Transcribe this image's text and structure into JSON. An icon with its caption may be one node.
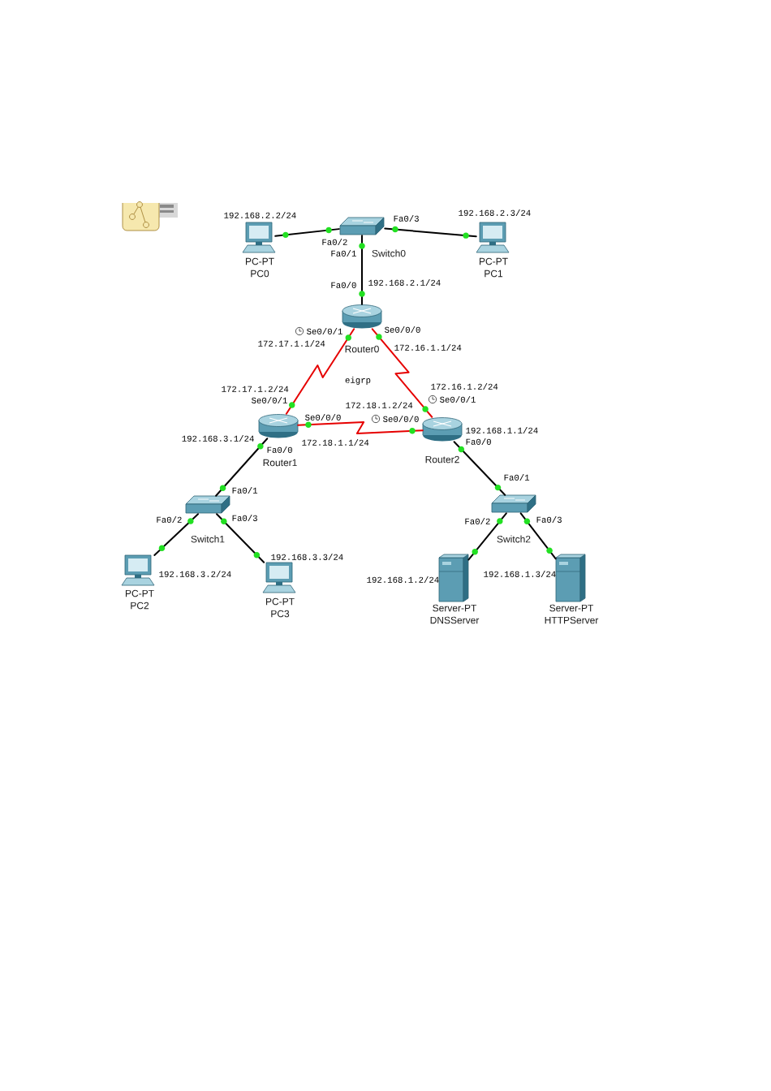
{
  "diagram": {
    "nodes": [
      {
        "text": [
          "PC-PT",
          "PC0"
        ]
      },
      {
        "text": [
          "Switch0"
        ]
      },
      {
        "text": [
          "PC-PT",
          "PC1"
        ]
      },
      {
        "text": [
          "Router0"
        ]
      },
      {
        "text": [
          "Router1"
        ]
      },
      {
        "text": [
          "Router2"
        ]
      },
      {
        "text": [
          "Switch1"
        ]
      },
      {
        "text": [
          "Switch2"
        ]
      },
      {
        "text": [
          "PC-PT",
          "PC2"
        ]
      },
      {
        "text": [
          "PC-PT",
          "PC3"
        ]
      },
      {
        "text": [
          "Server-PT",
          "DNSServer"
        ]
      },
      {
        "text": [
          "Server-PT",
          "HTTPServer"
        ]
      }
    ],
    "edges": [
      {
        "from": 0,
        "to": 1,
        "arrow": "none"
      },
      {
        "from": 1,
        "to": 2,
        "arrow": "none"
      },
      {
        "from": 1,
        "to": 3,
        "arrow": "none"
      },
      {
        "from": 3,
        "to": 4,
        "arrow": "none",
        "color": "#e60000"
      },
      {
        "from": 3,
        "to": 5,
        "arrow": "none",
        "color": "#e60000"
      },
      {
        "from": 4,
        "to": 5,
        "arrow": "none",
        "color": "#e60000"
      },
      {
        "from": 4,
        "to": 6,
        "arrow": "none"
      },
      {
        "from": 6,
        "to": 8,
        "arrow": "none"
      },
      {
        "from": 6,
        "to": 9,
        "arrow": "none"
      },
      {
        "from": 5,
        "to": 7,
        "arrow": "none"
      },
      {
        "from": 7,
        "to": 10,
        "arrow": "none"
      },
      {
        "from": 7,
        "to": 11,
        "arrow": "none"
      }
    ],
    "labels": [
      "192.168.2.2/24",
      "192.168.2.3/24",
      "Fa0/3",
      "Fa0/2",
      "Fa0/1",
      "Fa0/0",
      "192.168.2.1/24",
      "Se0/0/1",
      "Se0/0/0",
      "172.17.1.1/24",
      "172.16.1.1/24",
      "eigrp",
      "172.17.1.2/24",
      "172.16.1.2/24",
      "Se0/0/1",
      "Se0/0/1",
      "172.18.1.2/24",
      "Se0/0/0",
      "Se0/0/0",
      "192.168.1.1/24",
      "192.168.3.1/24",
      "172.18.1.1/24",
      "Fa0/0",
      "Fa0/0",
      "Fa0/1",
      "Fa0/1",
      "Fa0/2",
      "Fa0/3",
      "Fa0/2",
      "Fa0/3",
      "192.168.3.3/24",
      "192.168.3.2/24",
      "192.168.1.2/24",
      "192.168.1.3/24"
    ]
  }
}
